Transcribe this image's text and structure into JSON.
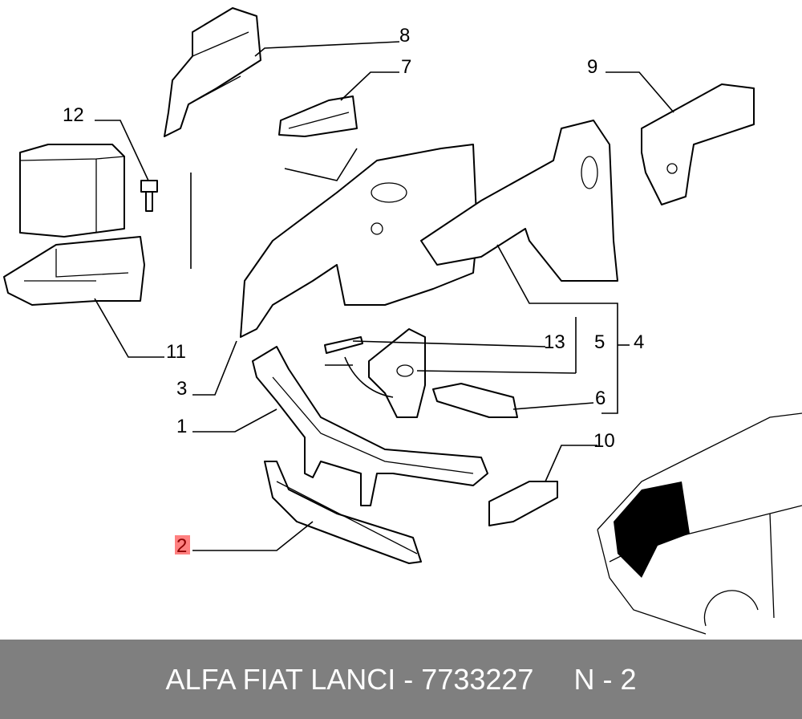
{
  "callouts": [
    "1",
    "2",
    "3",
    "4",
    "5",
    "6",
    "7",
    "8",
    "9",
    "10",
    "11",
    "12",
    "13"
  ],
  "highlighted_callout": "2",
  "footer": {
    "text": "ALFA FIAT LANCI - 7733227     N - 2"
  },
  "colors": {
    "footer_bg": "#7f7f7f",
    "highlight": "#ff8080",
    "highlight_text": "#8b0000"
  }
}
